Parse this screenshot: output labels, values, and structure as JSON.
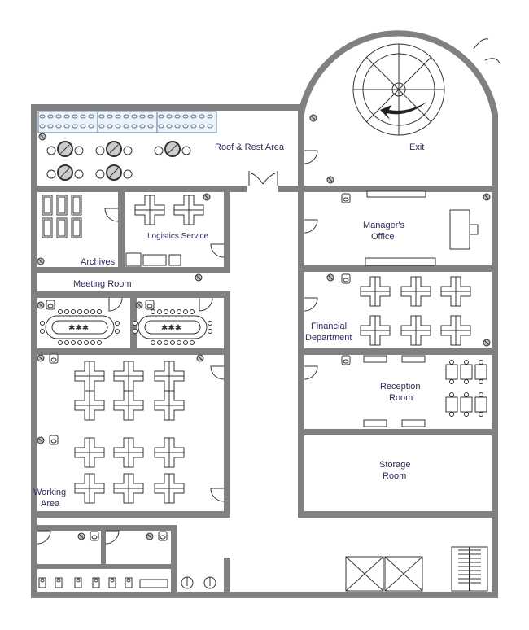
{
  "title": "Office Floor Plan",
  "colors": {
    "wall": "#808080",
    "label": "#2b2b5a",
    "furniture": "#333333",
    "planter": "#5a7a99"
  },
  "rooms": {
    "roof": "Roof & Rest Area",
    "exit": "Exit",
    "archives": "Archives",
    "logistics": "Logistics Service",
    "meeting": "Meeting Room",
    "manager_1": "Manager's",
    "manager_2": "Office",
    "financial_1": "Financial",
    "financial_2": "Department",
    "reception_1": "Reception",
    "reception_2": "Room",
    "storage_1": "Storage",
    "storage_2": "Room",
    "working_1": "Working",
    "working_2": "Area"
  }
}
